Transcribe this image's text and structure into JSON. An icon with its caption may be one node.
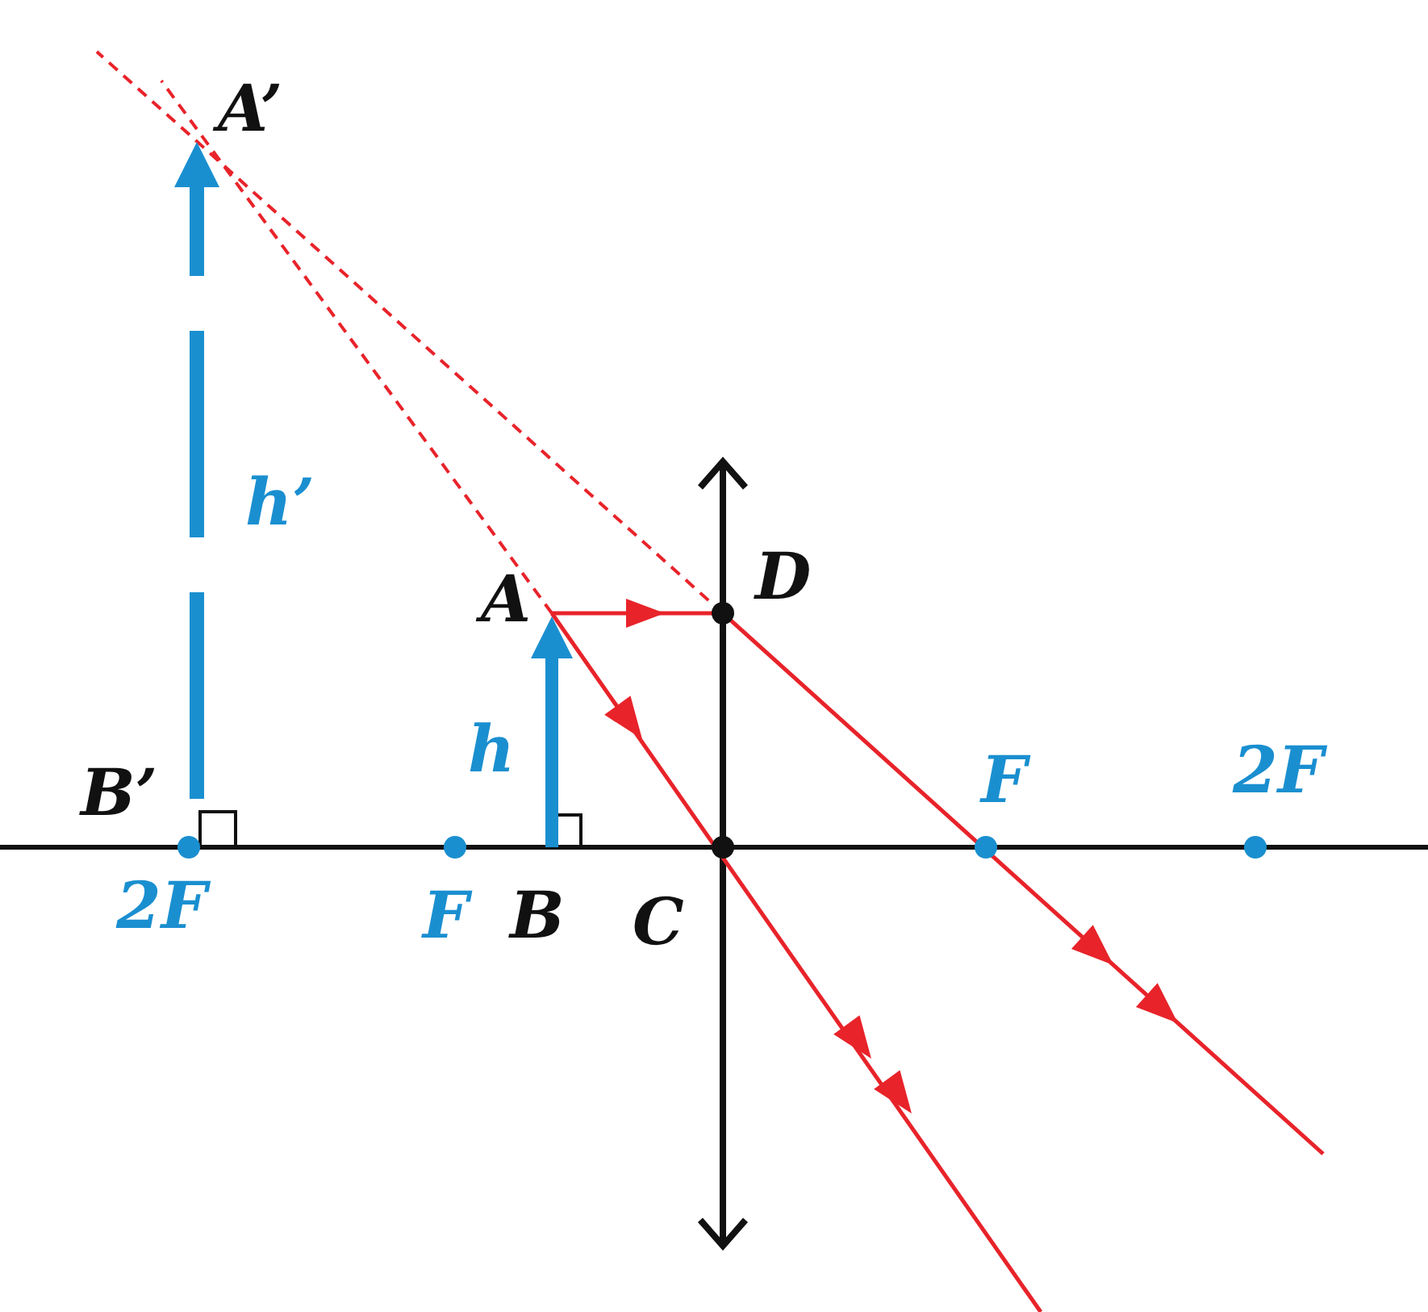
{
  "diagram": {
    "labels": [
      "A’",
      "h’",
      "D",
      "A",
      "h",
      "2F",
      "F",
      "B’",
      "2F",
      "F",
      "B",
      "C"
    ]
  }
}
